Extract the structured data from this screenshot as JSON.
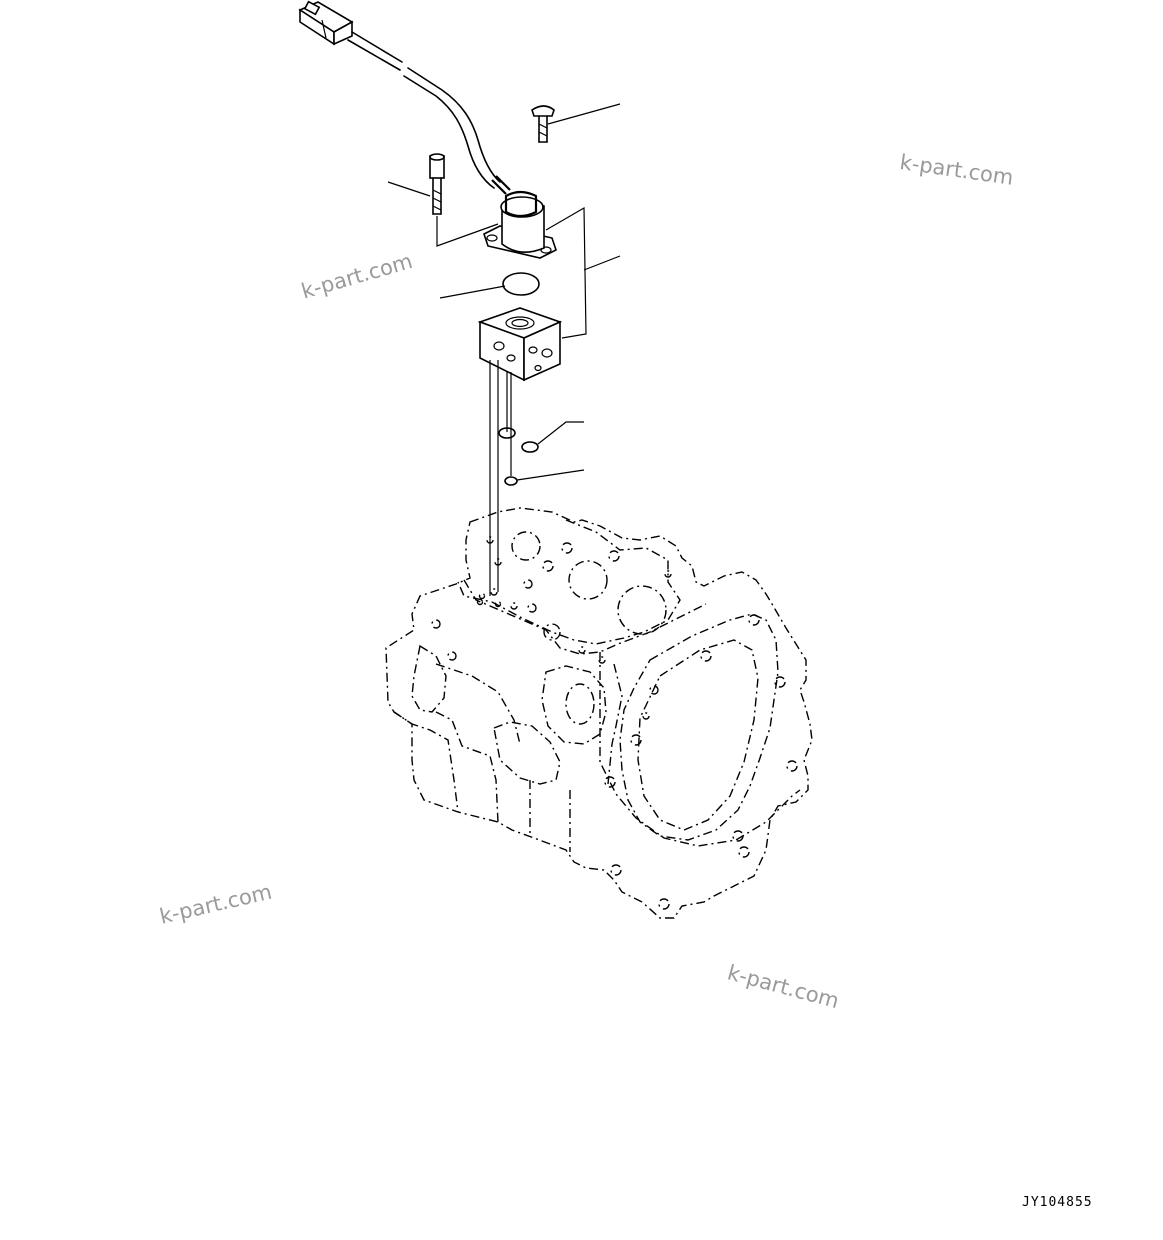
{
  "watermarks": [
    {
      "text": "k-part.com"
    },
    {
      "text": "k-part.com"
    },
    {
      "text": "k-part.com"
    },
    {
      "text": "k-part.com"
    }
  ],
  "drawing_code": "JY104855"
}
